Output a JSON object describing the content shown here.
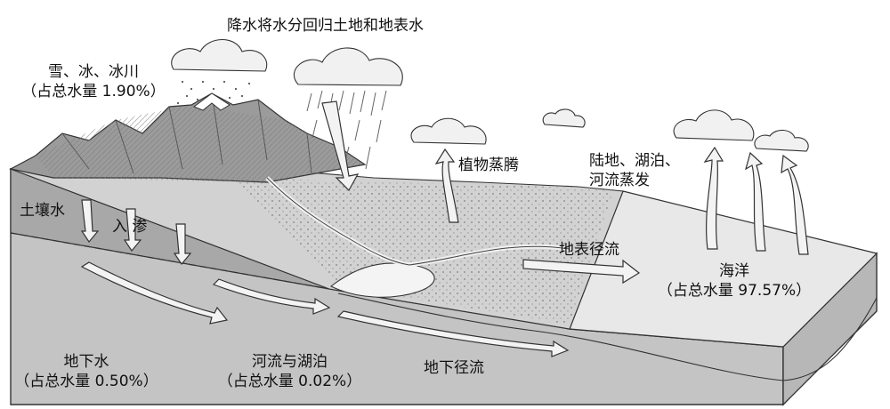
{
  "labels": {
    "precipitation": "降水将水分回归土地和地表水",
    "snow_ice": {
      "line1": "雪、冰、冰川",
      "line2": "（占总水量 1.90%）"
    },
    "soil_water": "土壤水",
    "infiltration": "入 渗",
    "transpiration": "植物蒸腾",
    "evaporation": {
      "line1": "陆地、湖泊、",
      "line2": "河流蒸发"
    },
    "surface_runoff": "地表径流",
    "ocean": {
      "line1": "海洋",
      "line2": "（占总水量 97.57%）"
    },
    "groundwater": {
      "line1": "地下水",
      "line2": "（占总水量 0.50%）"
    },
    "rivers_lakes": {
      "line1": "河流与湖泊",
      "line2": "（占总水量 0.02%）"
    },
    "groundwater_runoff": "地下径流"
  },
  "colors": {
    "land_front": "#bdbdbd",
    "soil_layer": "#a9a9a9",
    "ocean_top": "#e6e6e6",
    "ocean_front": "#c9c9c9",
    "mountain": "#9a9a9a",
    "mountain_light": "#cfcfcf",
    "cloud": "#f1f1f1",
    "arrow_fill": "#f3f3f3",
    "outline": "#333333"
  },
  "icons": [
    "cloud-icon",
    "rain-icon",
    "snow-icon",
    "flow-arrow-icon",
    "vapor-arrow-icon"
  ]
}
